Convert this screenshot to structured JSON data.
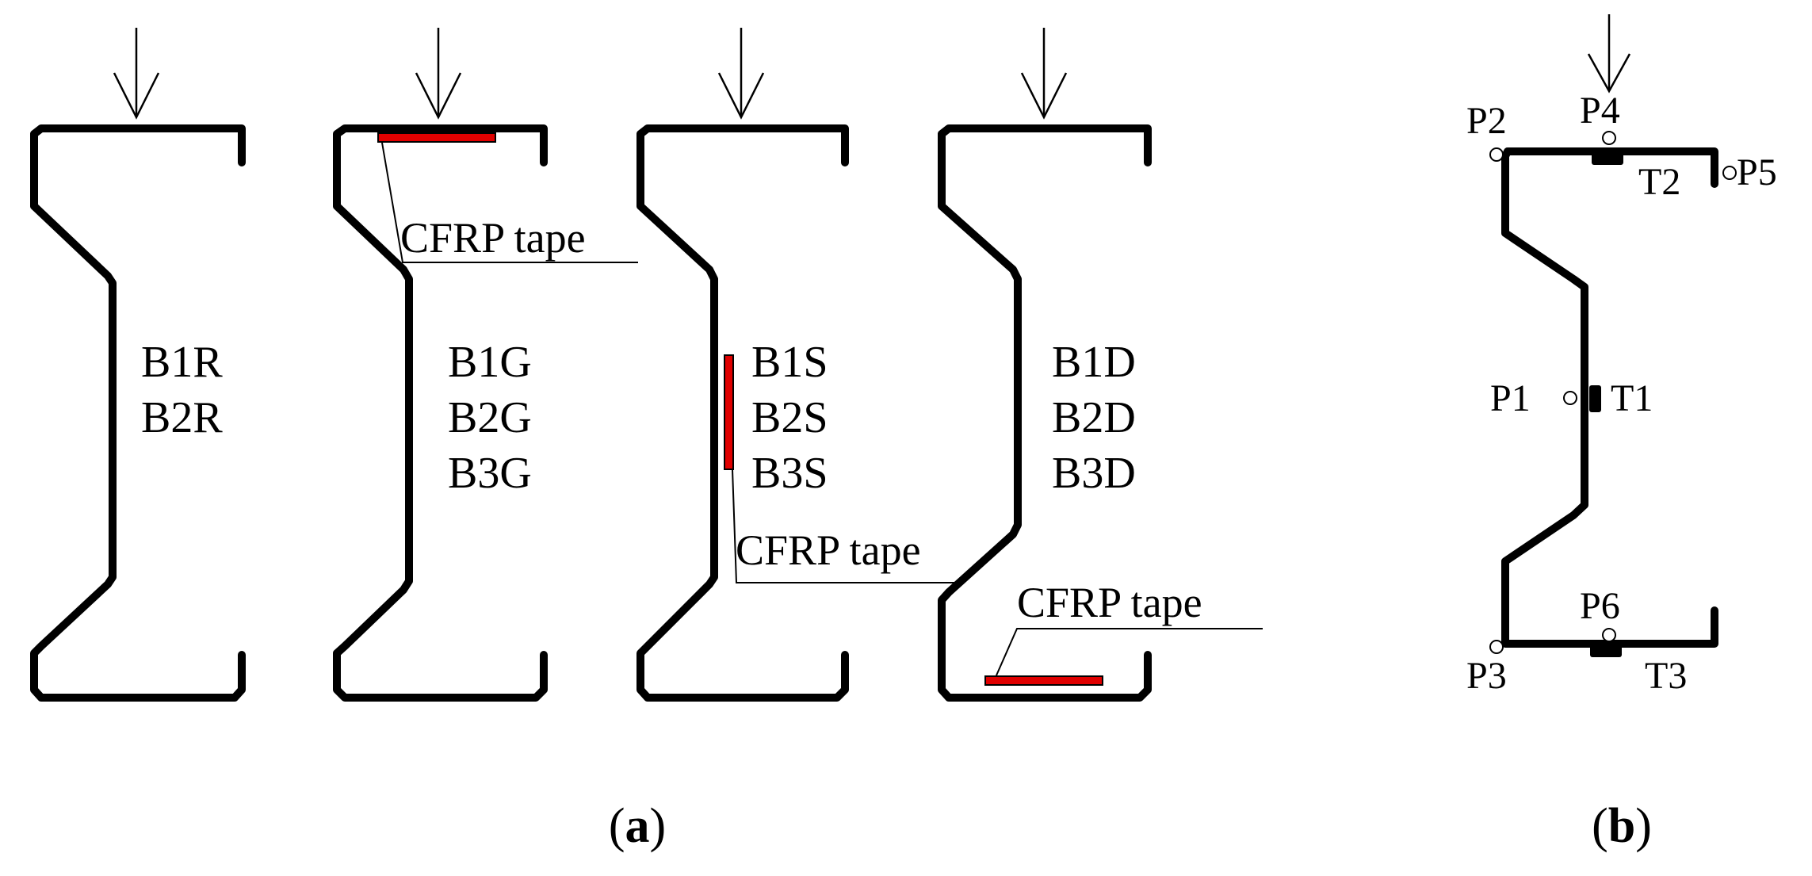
{
  "panel_a": {
    "specimens": [
      {
        "lines": [
          "B1R",
          "B2R"
        ]
      },
      {
        "lines": [
          "B1G",
          "B2G",
          "B3G"
        ]
      },
      {
        "lines": [
          "B1S",
          "B2S",
          "B3S"
        ]
      },
      {
        "lines": [
          "B1D",
          "B2D",
          "B3D"
        ]
      }
    ],
    "cfrp_labels": [
      "CFRP tape",
      "CFRP tape",
      "CFRP tape"
    ],
    "tape_color": "#e00000",
    "caption_open": "(",
    "caption_letter": "a",
    "caption_close": ")"
  },
  "panel_b": {
    "lvdt_labels": [
      "P1",
      "P2",
      "P3",
      "P4",
      "P5",
      "P6"
    ],
    "gauge_labels": [
      "T1",
      "T2",
      "T3"
    ],
    "caption_open": "(",
    "caption_letter": "b",
    "caption_close": ")"
  }
}
